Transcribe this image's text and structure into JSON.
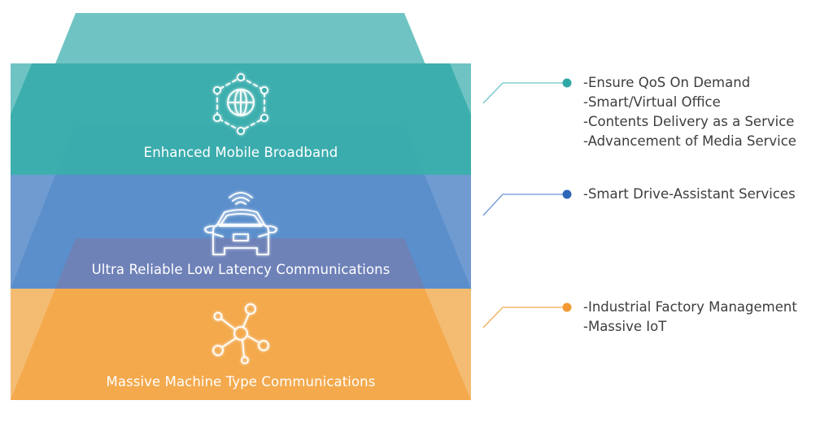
{
  "layers": [
    {
      "id": "embb",
      "title": "Enhanced Mobile Broadband",
      "icon": "globe-network-icon",
      "color": "#3daeae",
      "bullets": [
        "-Ensure QoS On Demand",
        "-Smart/Virtual Office",
        "-Contents Delivery as a Service",
        "-Advancement of Media Service"
      ]
    },
    {
      "id": "urllc",
      "title": "Ultra Reliable Low Latency Communications",
      "icon": "connected-car-icon",
      "color": "#2f6fbf",
      "bullets": [
        "-Smart Drive-Assistant Services"
      ]
    },
    {
      "id": "mmtc",
      "title": "Massive Machine Type Communications",
      "icon": "iot-network-icon",
      "color": "#f39a2e",
      "bullets": [
        "-Industrial Factory Management",
        "-Massive IoT"
      ]
    }
  ],
  "colors": {
    "teal_trapezoid": "#6fc4c3",
    "teal_band": "#3daeae",
    "blue_trapezoid": "#6f9bd0",
    "blue_band": "#5b8fcb",
    "orange_trapezoid": "#f4bb73",
    "orange_band": "#f3a94c",
    "connector_teal": "#6dc6c4",
    "connector_blue": "#6a95d2",
    "connector_orange": "#f3ad55",
    "dot_teal": "#2fa8a6",
    "dot_blue": "#2c66b9",
    "dot_orange": "#f29a33",
    "text": "#3d3d3d"
  }
}
